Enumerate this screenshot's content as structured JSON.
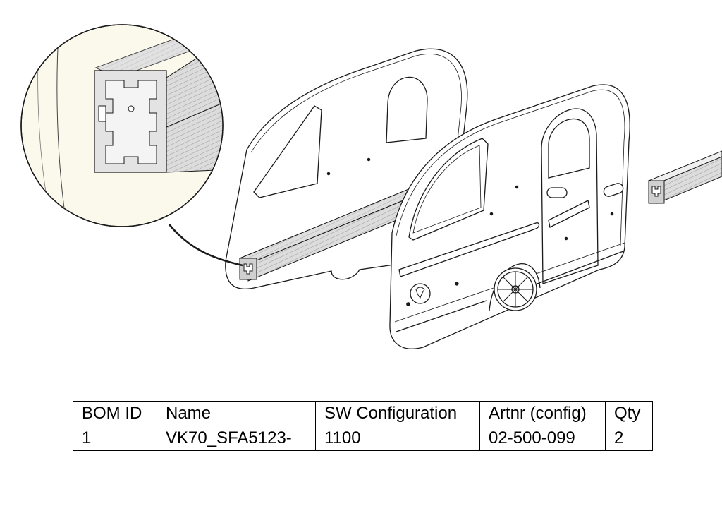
{
  "bom_table": {
    "headers": [
      "BOM ID",
      "Name",
      "SW Configuration",
      "Artnr (config)",
      "Qty"
    ],
    "rows": [
      [
        "1",
        "VK70_SFA5123-",
        "1100",
        "02-500-099",
        "2"
      ]
    ]
  },
  "colors": {
    "line": "#1a1a1a",
    "detail_background": "#fbf8ec",
    "profile_fill": "#d9d9d9",
    "profile_shade": "#b8b8b8"
  }
}
